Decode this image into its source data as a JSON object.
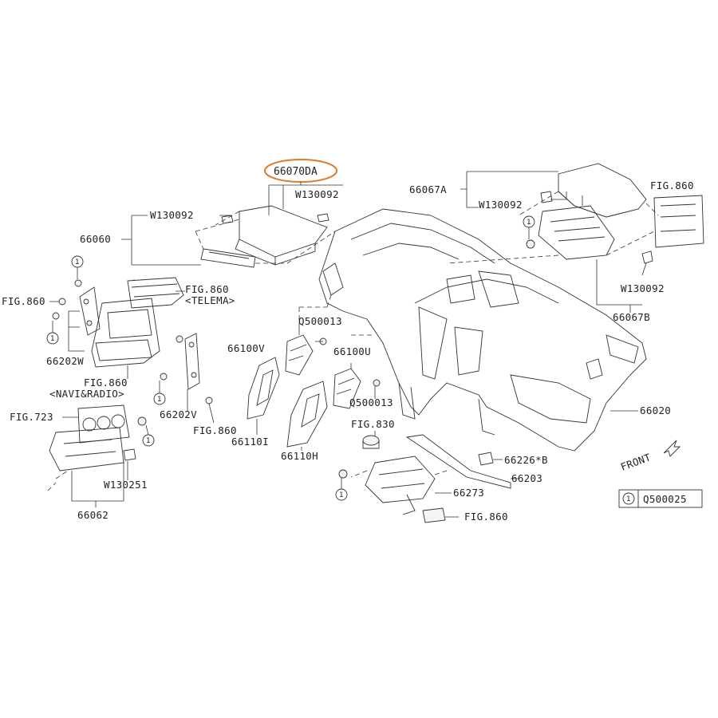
{
  "labels": {
    "p66070DA": "66070DA",
    "w130092_top": "W130092",
    "w130092_left": "W130092",
    "p66060": "66060",
    "p66067A": "66067A",
    "w130092_right": "W130092",
    "fig860_tr": "FIG.860",
    "w130092_r2": "W130092",
    "p66067B": "66067B",
    "fig860_telema": "FIG.860",
    "telema": "<TELEMA>",
    "fig860_left": "FIG.860",
    "p66202W": "66202W",
    "fig860_navi": "FIG.860",
    "navi": "<NAVI&RADIO>",
    "q500013_a": "Q500013",
    "p66100V": "66100V",
    "p66100U": "66100U",
    "q500013_b": "Q500013",
    "p66202V": "66202V",
    "fig860_mid": "FIG.860",
    "fig723": "FIG.723",
    "p66110I": "66110I",
    "p66110H": "66110H",
    "fig830": "FIG.830",
    "p66020": "66020",
    "w130251": "W130251",
    "p66062": "66062",
    "p66226B": "66226*B",
    "p66203": "66203",
    "p66273": "66273",
    "fig860_bot": "FIG.860",
    "front": "FRONT",
    "legend_num": "1",
    "legend_part": "Q500025",
    "callout": "1"
  },
  "colors": {
    "highlight": "#e07a2a",
    "line": "#333333"
  }
}
